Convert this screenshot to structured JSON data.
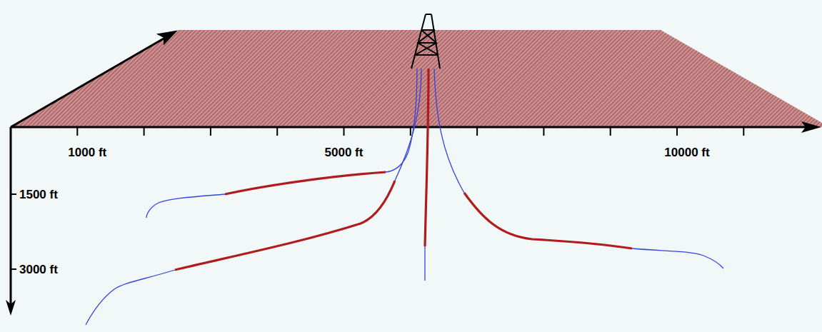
{
  "diagram": {
    "labels": [
      "1000 ft",
      "5000 ft",
      "10000 ft",
      "1500 ft",
      "3000 ft"
    ]
  }
}
